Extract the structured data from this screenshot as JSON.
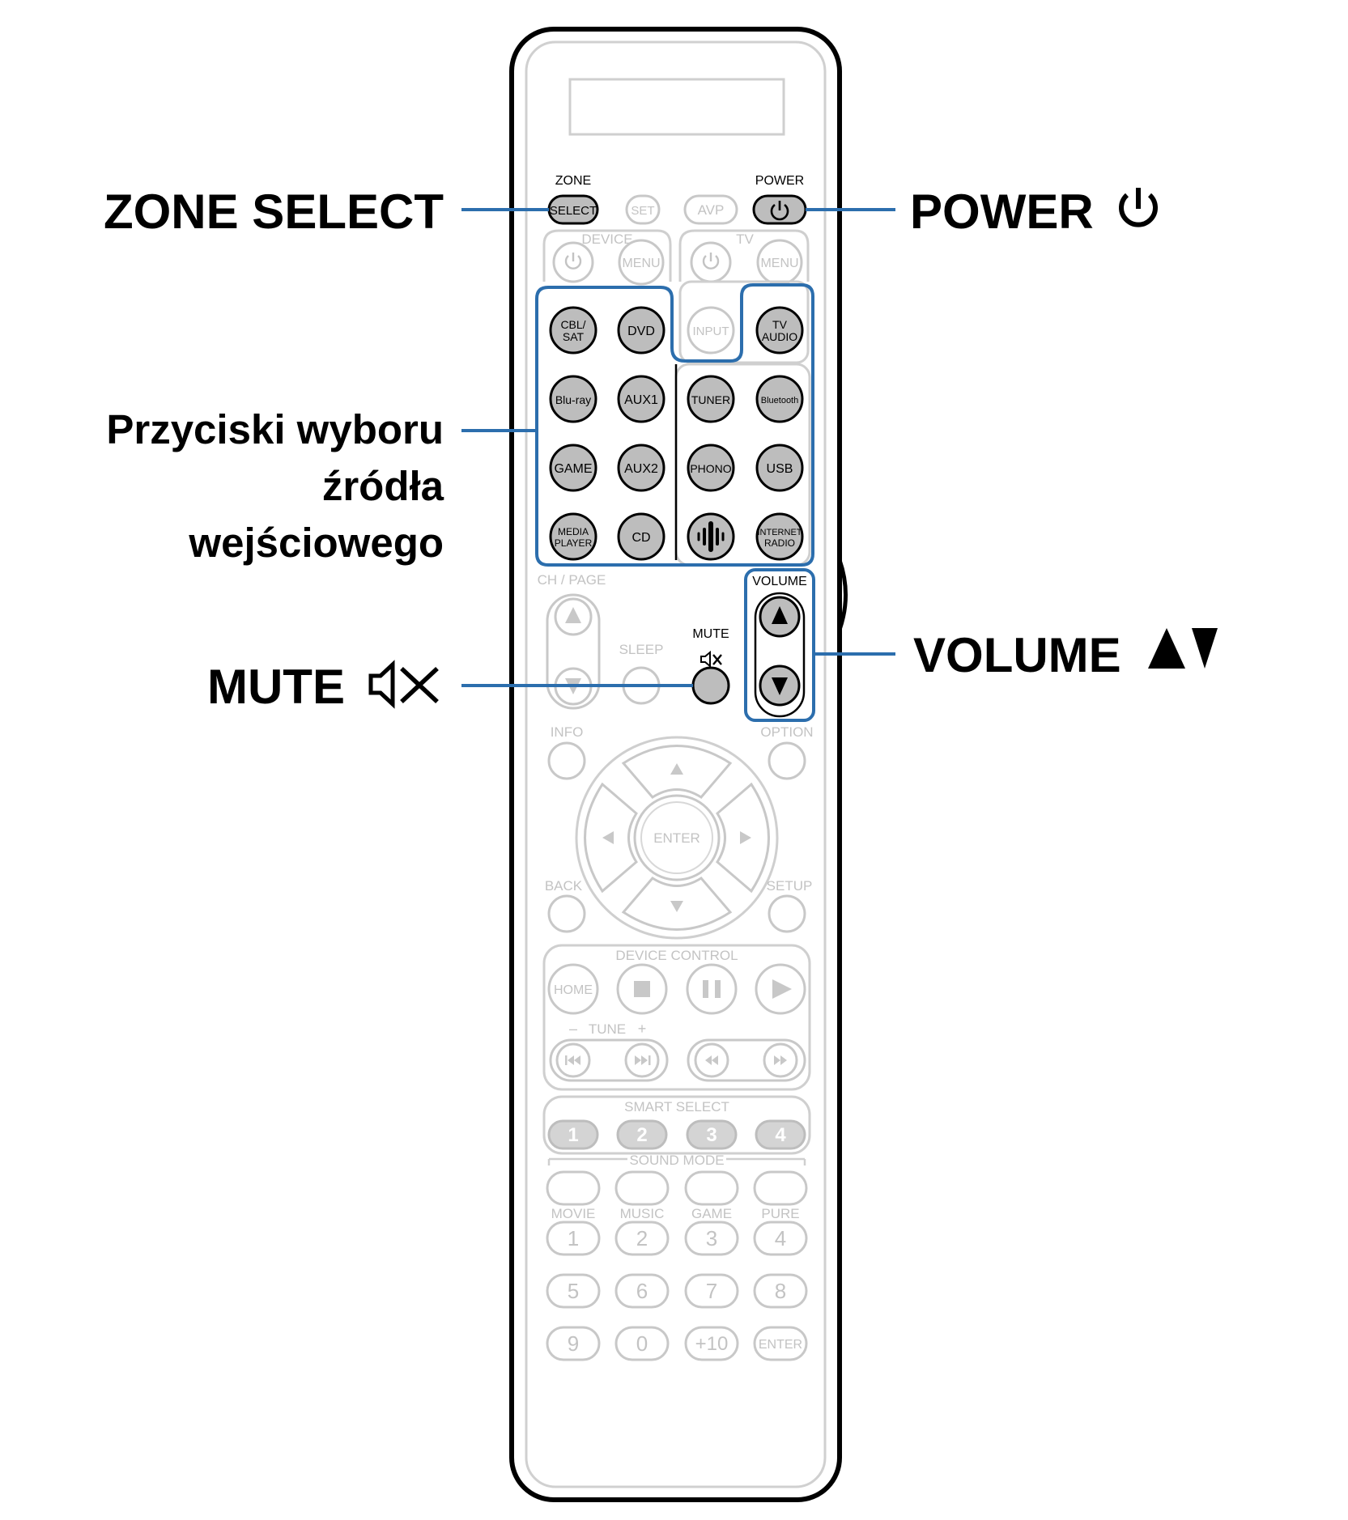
{
  "callouts": {
    "zone_select": "ZONE SELECT",
    "power": "POWER",
    "input_source_line1": "Przyciski wyboru",
    "input_source_line2": "źródła",
    "input_source_line3": "wejściowego",
    "volume": "VOLUME",
    "mute": "MUTE"
  },
  "remote": {
    "top_labels": {
      "zone": "ZONE",
      "power": "POWER"
    },
    "top_buttons": {
      "select": "SELECT",
      "set": "SET",
      "avp": "AVP"
    },
    "device": {
      "label": "DEVICE",
      "menu": "MENU"
    },
    "tv": {
      "label": "TV",
      "menu": "MENU",
      "input": "INPUT",
      "tv_audio_1": "TV",
      "tv_audio_2": "AUDIO"
    },
    "sources": {
      "cbl_sat_1": "CBL/",
      "cbl_sat_2": "SAT",
      "dvd": "DVD",
      "bluray": "Blu-ray",
      "aux1": "AUX1",
      "tuner": "TUNER",
      "bluetooth": "Bluetooth",
      "game": "GAME",
      "aux2": "AUX2",
      "phono": "PHONO",
      "usb": "USB",
      "media_player_1": "MEDIA",
      "media_player_2": "PLAYER",
      "cd": "CD",
      "internet_radio_1": "INTERNET",
      "internet_radio_2": "RADIO"
    },
    "ch_page": "CH / PAGE",
    "sleep": "SLEEP",
    "mute": "MUTE",
    "volume": "VOLUME",
    "info": "INFO",
    "option": "OPTION",
    "enter": "ENTER",
    "back": "BACK",
    "setup": "SETUP",
    "device_control": "DEVICE CONTROL",
    "home": "HOME",
    "tune": "TUNE",
    "tune_minus": "–",
    "tune_plus": "+",
    "smart_select": "SMART SELECT",
    "smart_numbers": [
      "1",
      "2",
      "3",
      "4"
    ],
    "sound_mode": "SOUND MODE",
    "sound_modes": [
      "MOVIE",
      "MUSIC",
      "GAME",
      "PURE"
    ],
    "keypad_row1": [
      "1",
      "2",
      "3",
      "4"
    ],
    "keypad_row2": [
      "5",
      "6",
      "7",
      "8"
    ],
    "keypad_row3": [
      "9",
      "0",
      "+10",
      "ENTER"
    ]
  },
  "colors": {
    "highlight": "#2c6ead",
    "active_button": "#bdbdbd",
    "inactive": "#c8c8c8"
  }
}
